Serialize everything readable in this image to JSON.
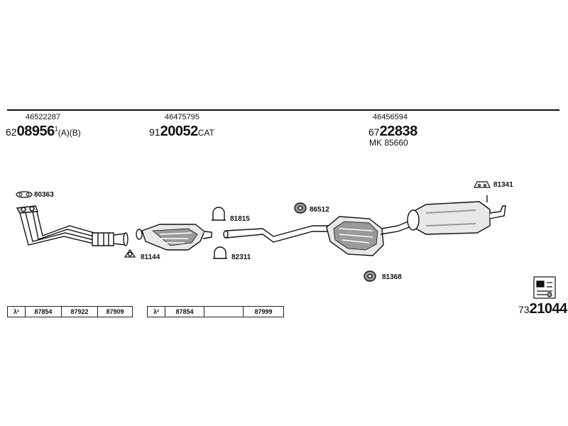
{
  "groups": [
    {
      "small": "46522287",
      "prefix": "62",
      "main": "08956",
      "sup": "1",
      "suffix": "(A)(B)"
    },
    {
      "small": "46475795",
      "prefix": "91",
      "main": "20052",
      "suffix": "CAT"
    },
    {
      "small": "46456594",
      "prefix": "67",
      "main": "22838",
      "line2": "MK 85660"
    }
  ],
  "parts": {
    "p80363": "80363",
    "p81815": "81815",
    "p86512": "86512",
    "p81341": "81341",
    "p81144": "81144",
    "p82311": "82311",
    "p81368": "81368"
  },
  "table1": [
    "λ¹",
    "87854",
    "87922",
    "87909"
  ],
  "table2": [
    "λ²",
    "87854",
    "",
    "87999"
  ],
  "ref": {
    "prefix": "73",
    "main": "21044"
  },
  "colors": {
    "ink": "#111111",
    "fill": "#e8e8e8",
    "shade": "#9a9a9a"
  }
}
